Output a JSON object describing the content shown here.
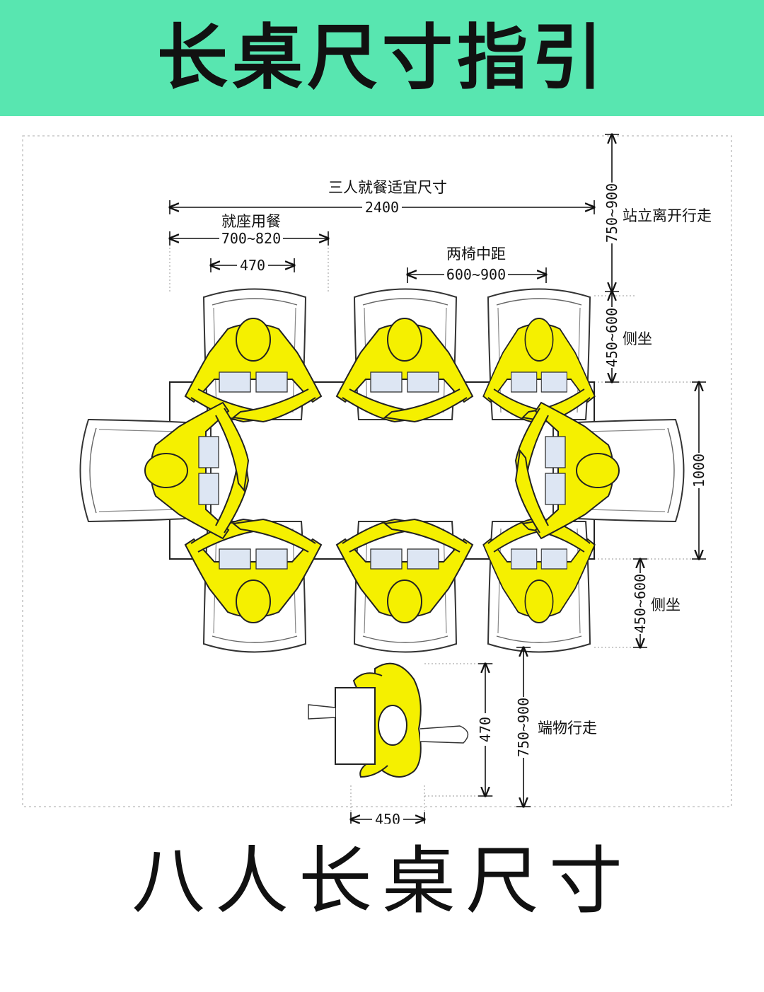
{
  "header": {
    "title": "长桌尺寸指引"
  },
  "footer": {
    "title": "八人长桌尺寸"
  },
  "diagram": {
    "labels": {
      "three_person_dining": "三人就餐适宜尺寸",
      "seated_dining": "就座用餐",
      "two_chair_spacing": "两椅中距",
      "standing_leave": "站立离开行走",
      "side_sitting_top": "侧坐",
      "side_sitting_bottom": "侧坐",
      "carrying_walk": "端物行走"
    },
    "dimensions": {
      "total_width": "2400",
      "seated_width": "700~820",
      "chair_width": "470",
      "chair_spacing": "600~900",
      "standing_clearance": "750~900",
      "side_top": "450~600",
      "table_depth": "1000",
      "side_bottom": "450~600",
      "person_depth": "470",
      "walk_clearance": "750~900",
      "person_width": "450"
    },
    "colors": {
      "person": "#f5f000",
      "outline": "#222222",
      "chair": "#ffffff",
      "accent": "#58e6b0"
    }
  }
}
